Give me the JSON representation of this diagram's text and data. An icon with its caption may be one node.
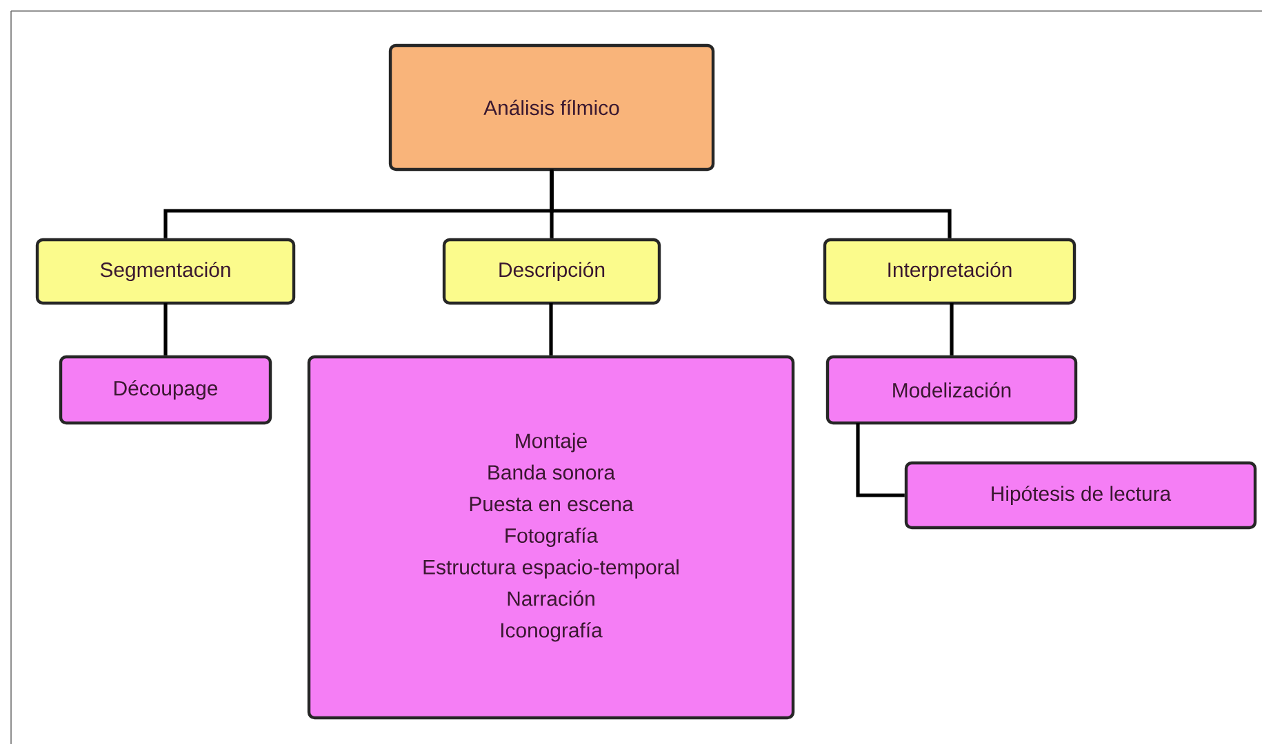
{
  "diagram": {
    "nodes": [
      {
        "text": [
          "Análisis fílmico"
        ]
      },
      {
        "text": [
          "Segmentación"
        ]
      },
      {
        "text": [
          "Descripción"
        ]
      },
      {
        "text": [
          "Interpretación"
        ]
      },
      {
        "text": [
          "Découpage"
        ]
      },
      {
        "text": [
          "Montaje",
          "Banda sonora",
          "Puesta en escena",
          "Fotografía",
          "Estructura espacio-temporal",
          "Narración",
          "Iconografía"
        ]
      },
      {
        "text": [
          "Modelización"
        ]
      },
      {
        "text": [
          "Hipótesis de lectura"
        ]
      }
    ],
    "edges": [
      {
        "from": 0,
        "to": 1,
        "arrow": "none"
      },
      {
        "from": 0,
        "to": 2,
        "arrow": "none"
      },
      {
        "from": 0,
        "to": 3,
        "arrow": "none"
      },
      {
        "from": 1,
        "to": 4,
        "arrow": "none"
      },
      {
        "from": 2,
        "to": 5,
        "arrow": "none"
      },
      {
        "from": 3,
        "to": 6,
        "arrow": "none"
      },
      {
        "from": 6,
        "to": 7,
        "arrow": "none"
      }
    ]
  }
}
